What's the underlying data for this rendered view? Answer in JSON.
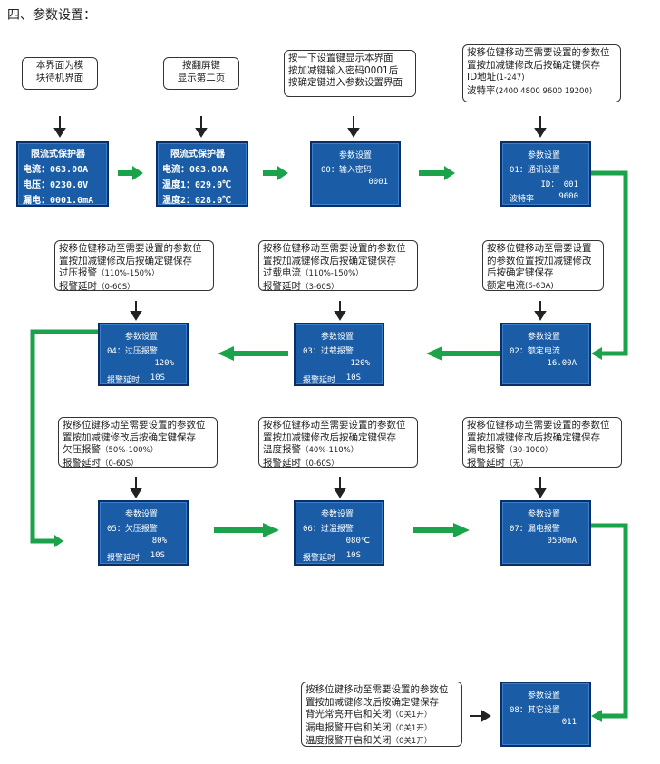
{
  "title": "四、参数设置：",
  "notes": {
    "n1": [
      "本界面为模",
      "块待机界面"
    ],
    "n2": [
      "按翻屏键",
      "显示第二页"
    ],
    "n3": [
      "按一下设置键显示本界面",
      "按加减键输入密码0001后",
      "按确定键进入参数设置界面"
    ],
    "n4": {
      "l1": "按移位键移动至需要设置的参数位",
      "l2": "置按加减键修改后按确定键保存",
      "l3": "ID地址",
      "l3s": "(1-247)",
      "l4": "波特率",
      "l4s": "(2400 4800 9600 19200)"
    },
    "n5": {
      "l1": "按移位键移动至需要设置的参数位",
      "l2": "置按加减键修改后按确定键保存",
      "l3": "过压报警",
      "l3s": "（110%-150%）",
      "l4": "报警延时",
      "l4s": "（0-60S）"
    },
    "n6": {
      "l1": "按移位键移动至需要设置的参数位",
      "l2": "置按加减键修改后按确定键保存",
      "l3": "过载电流",
      "l3s": "（110%-150%）",
      "l4": "报警延时",
      "l4s": "（3-60S）"
    },
    "n7": {
      "l1": "按移位键移动至需要设置",
      "l2": "的参数位置按加减键修改",
      "l3": "后按确定键保存",
      "l4": "额定电流",
      "l4s": "(6-63A)"
    },
    "n8": {
      "l1": "按移位键移动至需要设置的参数位",
      "l2": "置按加减键修改后按确定键保存",
      "l3": "欠压报警",
      "l3s": "（50%-100%）",
      "l4": "报警延时",
      "l4s": "（0-60S）"
    },
    "n9": {
      "l1": "按移位键移动至需要设置的参数位",
      "l2": "置按加减键修改后按确定键保存",
      "l3": "温度报警",
      "l3s": "（40%-110%）",
      "l4": "报警延时",
      "l4s": "（0-60S）"
    },
    "n10": {
      "l1": "按移位键移动至需要设置的参数位",
      "l2": "置按加减键修改后按确定键保存",
      "l3": "漏电报警",
      "l3s": "（30-1000）",
      "l4": "报警延时",
      "l4s": "（无）"
    },
    "n11": {
      "l1": "按移位键移动至需要设置的参数位",
      "l2": "置按加减键修改后按确定键保存",
      "l3": "背光常亮开启和关闭",
      "l3s": "（0关1开）",
      "l4": "漏电报警开启和关闭",
      "l4s": "（0关1开）",
      "l5": "温度报警开启和关闭",
      "l5s": "（0关1开）"
    }
  },
  "screens": {
    "s1": {
      "l1": "限流式保护器",
      "l2": "电流：063.00A",
      "l3": "电压：0230.0V",
      "l4": "漏电：0001.0mA"
    },
    "s2": {
      "l1": "限流式保护器",
      "l2": "电流：063.00A",
      "l3": "温度1：029.0℃",
      "l4": "温度2：028.0℃"
    },
    "s3": {
      "l1": "参数设置",
      "l2": "00：输入密码",
      "l3": "0001"
    },
    "s4": {
      "l1": "参数设置",
      "l2": "01：通讯设置",
      "l3": "ID：  001",
      "l4a": "波特率",
      "l4b": "9600"
    },
    "s5": {
      "l1": "参数设置",
      "l2": "02：额定电流",
      "l3": "16.00A"
    },
    "s6": {
      "l1": "参数设置",
      "l2": "03：过载报警",
      "l3": "120%",
      "l4a": "报警延时",
      "l4b": "10S"
    },
    "s7": {
      "l1": "参数设置",
      "l2": "04：过压报警",
      "l3": "120%",
      "l4a": "报警延时",
      "l4b": "10S"
    },
    "s8": {
      "l1": "参数设置",
      "l2": "05：欠压报警",
      "l3": "80%",
      "l4a": "报警延时",
      "l4b": "10S"
    },
    "s9": {
      "l1": "参数设置",
      "l2": "06：过温报警",
      "l3": "080℃",
      "l4a": "报警延时",
      "l4b": "10S"
    },
    "s10": {
      "l1": "参数设置",
      "l2": "07：漏电报警",
      "l3": "0500mA"
    },
    "s11": {
      "l1": "参数设置",
      "l2": "08：其它设置",
      "l3": "011"
    }
  },
  "colors": {
    "flow_arrow": "#1aa34a",
    "down_arrow": "#222222",
    "lcd_bg": "#1a5da6"
  }
}
